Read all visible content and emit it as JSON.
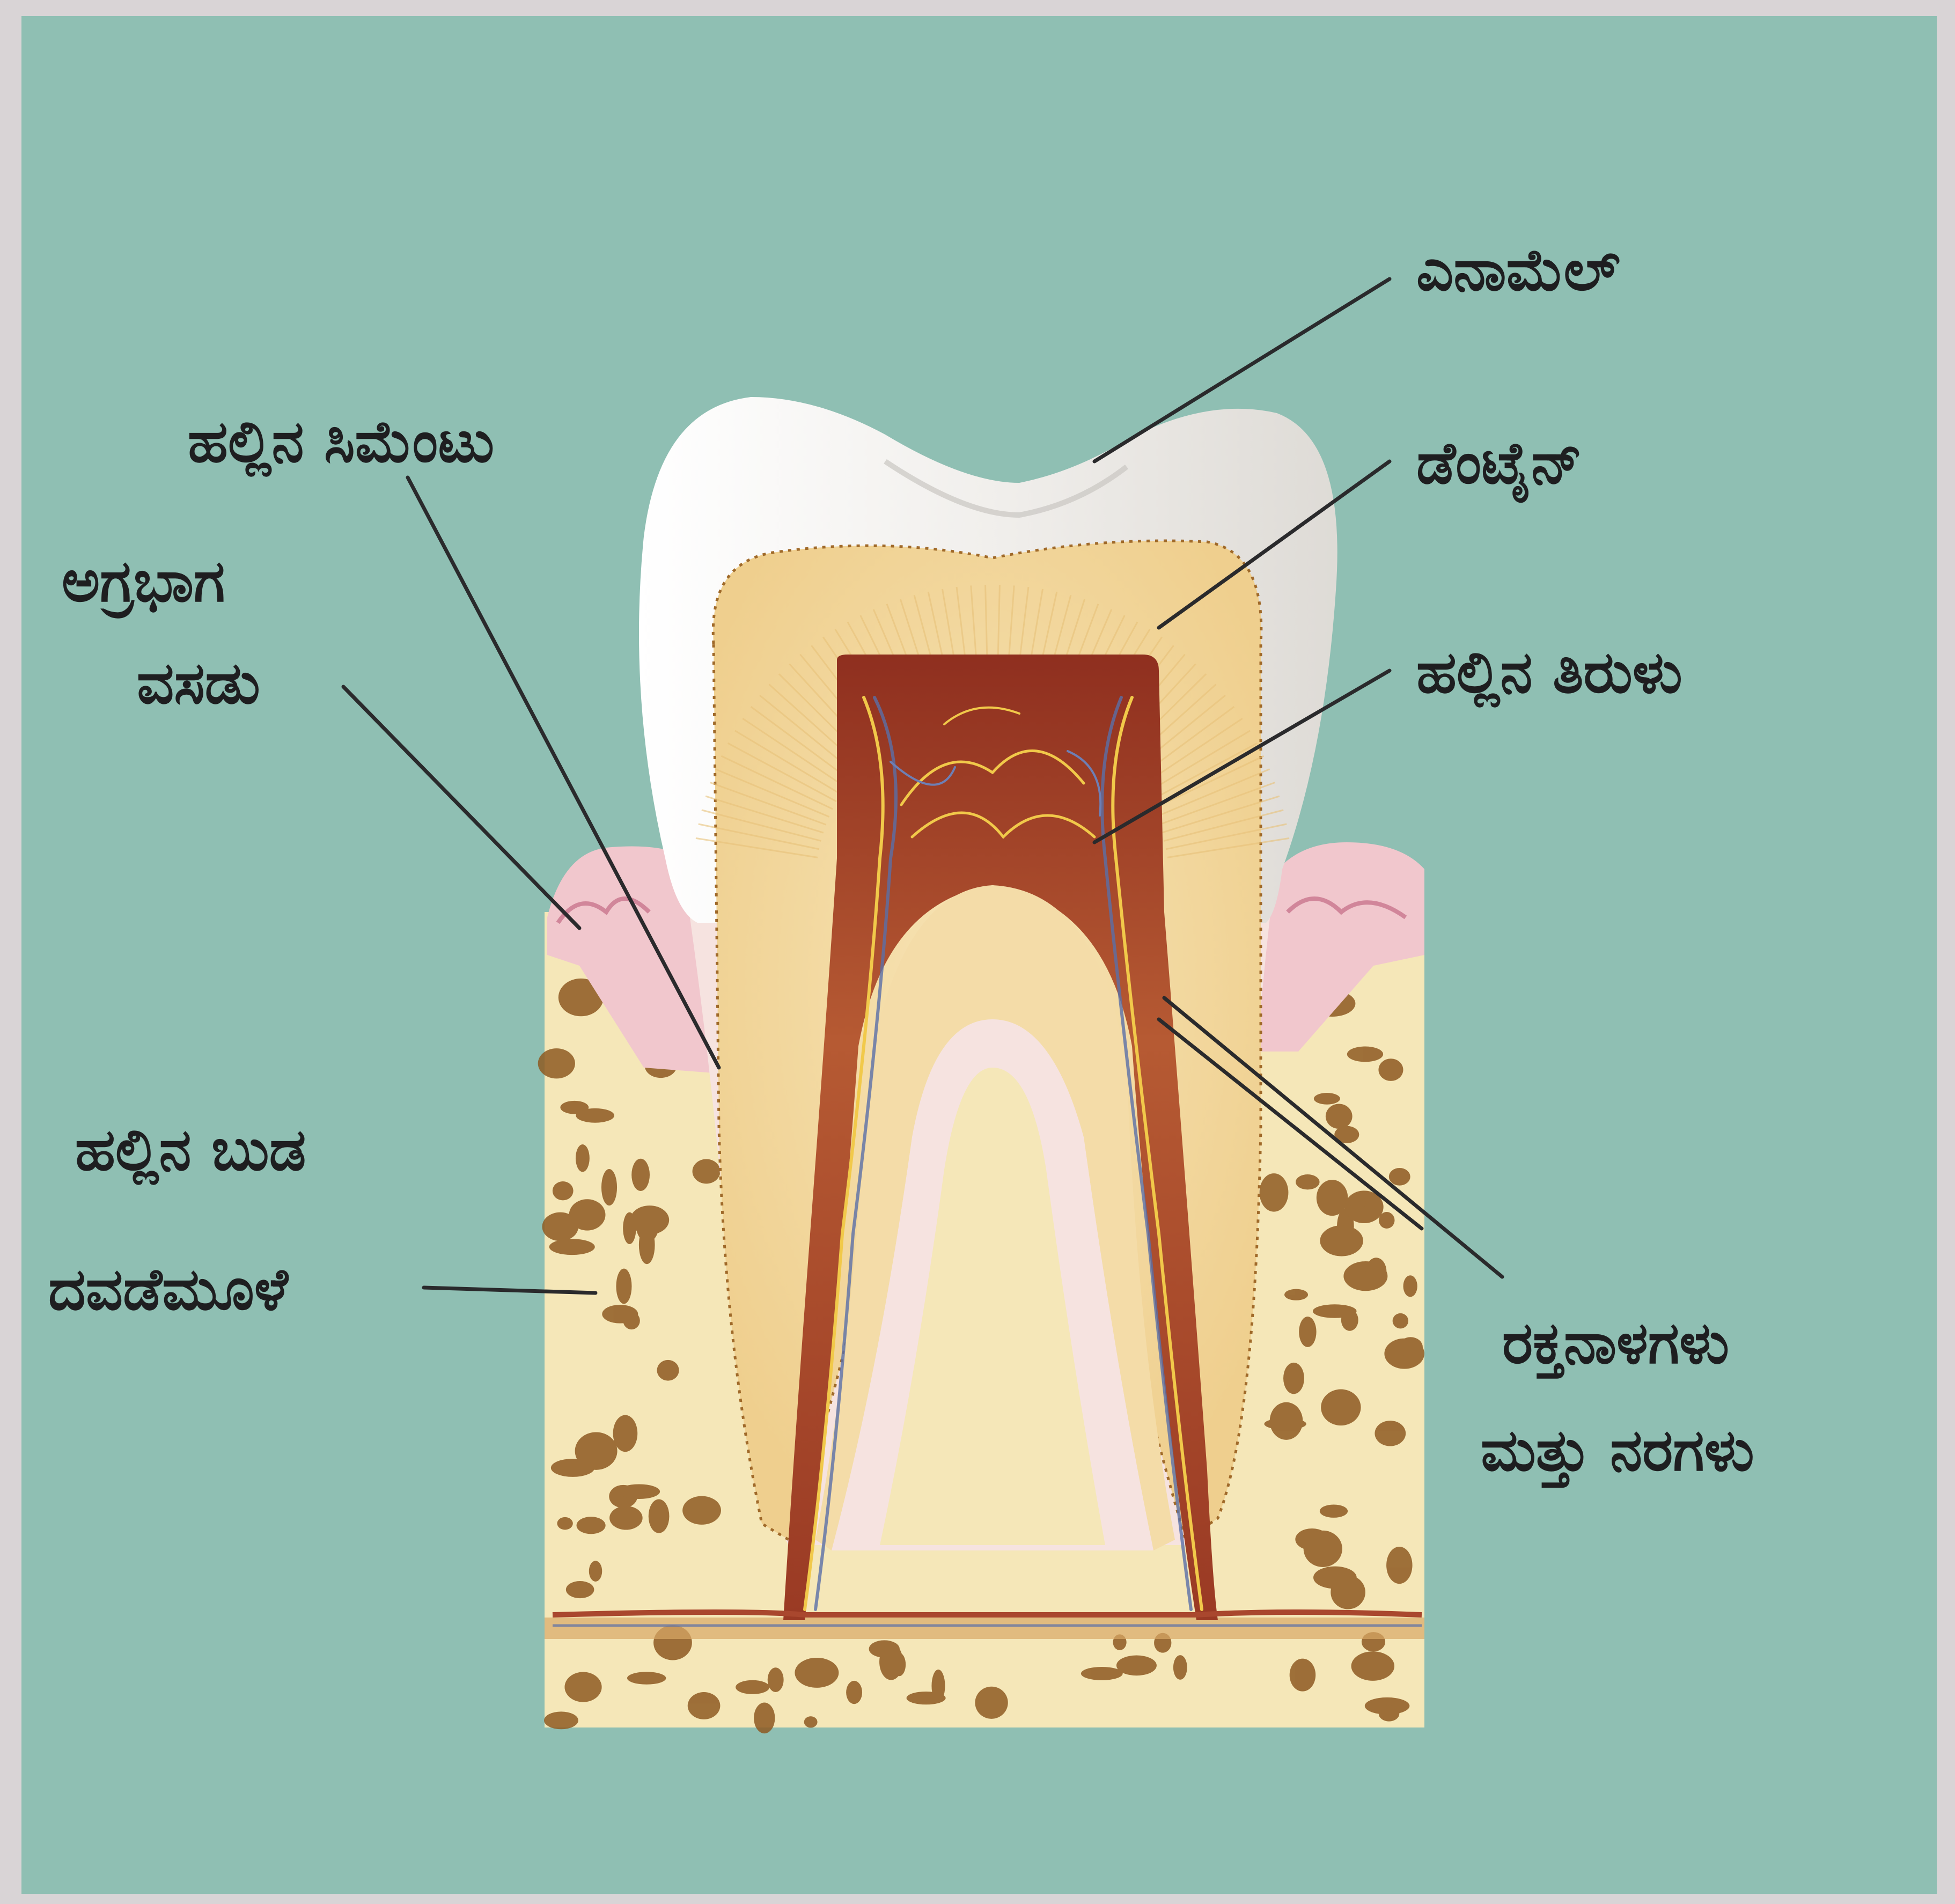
{
  "diagram": {
    "colors": {
      "background": "#8fbfb3",
      "enamel": "#f3f1ee",
      "dentine": "#f3d9a0",
      "pulp": "#a9472e",
      "gum": "#f1c7cd",
      "bone": "#f5e7b8",
      "bone_spots": "#8e5a22",
      "cementum": "#f6e3e0",
      "label": "#1e1e20"
    },
    "labels": {
      "enamel": "ಎನಾಮೆಲ್",
      "cementum": "ಹಲ್ಲಿನ ಸಿಮೆಂಟು",
      "dentine": "ಡೆಂಟೈನ್",
      "gum_tip_line1": "ಅಗ್ರಭಾಗ",
      "gum_tip_line2": "ವಸಡು",
      "pulp": "ಹಲ್ಲಿನ ತಿರುಳು",
      "root_line1": "ಹಲ್ಲಿನ ಬುಡ",
      "jaw_bone": "ದವಡೆಮೂಳೆ",
      "vessels_line1": "ರಕ್ತನಾಳಗಳು",
      "vessels_line2": "ಮತ್ತು ನರಗಳು"
    }
  }
}
